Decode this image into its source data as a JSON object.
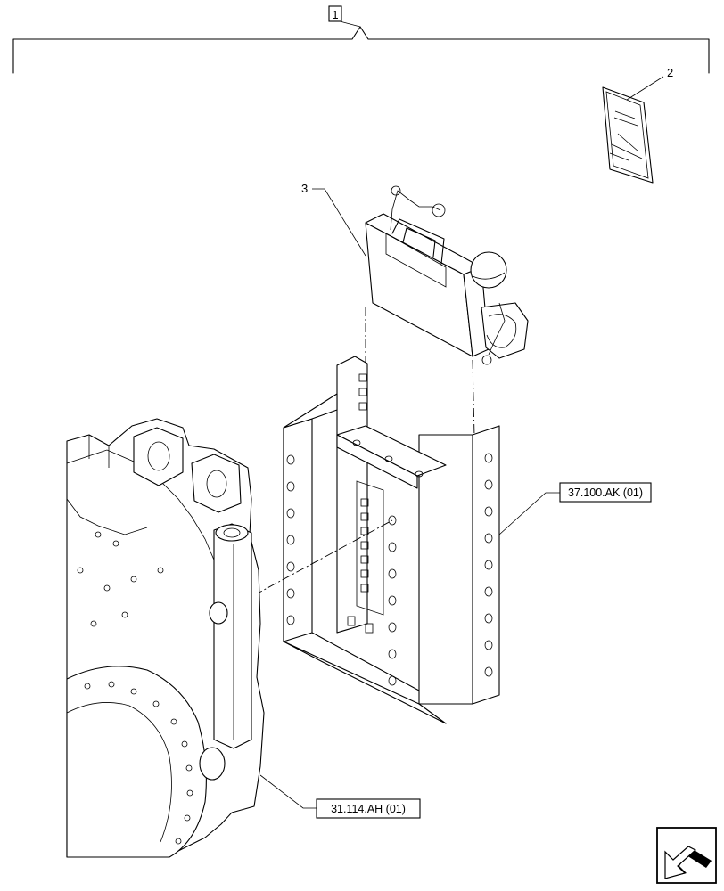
{
  "callouts": {
    "assembly": "1",
    "manual": "2",
    "hitch": "3",
    "ref_top": "37.100.AK (01)",
    "ref_bottom": "31.114.AH (01)"
  },
  "icon": "page-navigation-arrow-icon"
}
